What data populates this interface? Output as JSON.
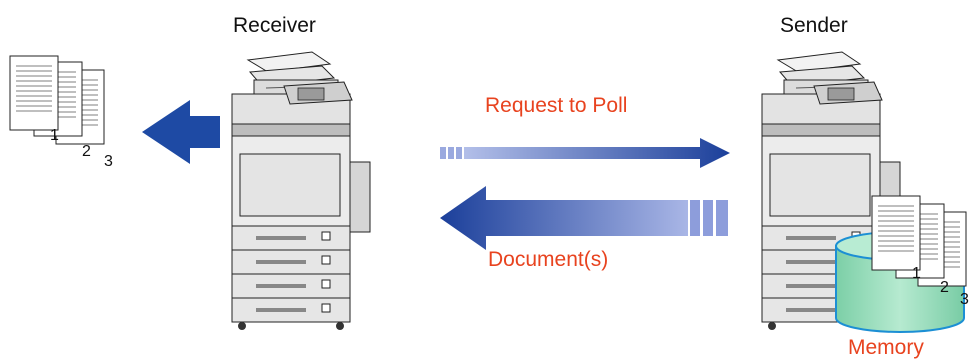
{
  "labels": {
    "receiver": "Receiver",
    "sender": "Sender",
    "request": "Request to Poll",
    "document": "Document(s)",
    "memory": "Memory"
  },
  "pages": {
    "left": [
      "1",
      "2",
      "3"
    ],
    "right": [
      "1",
      "2",
      "3"
    ]
  },
  "colors": {
    "arrow_dark": "#1b3f9a",
    "arrow_light": "#a9b6e6",
    "label_red": "#e8431f",
    "memory_fill": "#8ed6b4",
    "memory_edge": "#1c8fd4"
  }
}
